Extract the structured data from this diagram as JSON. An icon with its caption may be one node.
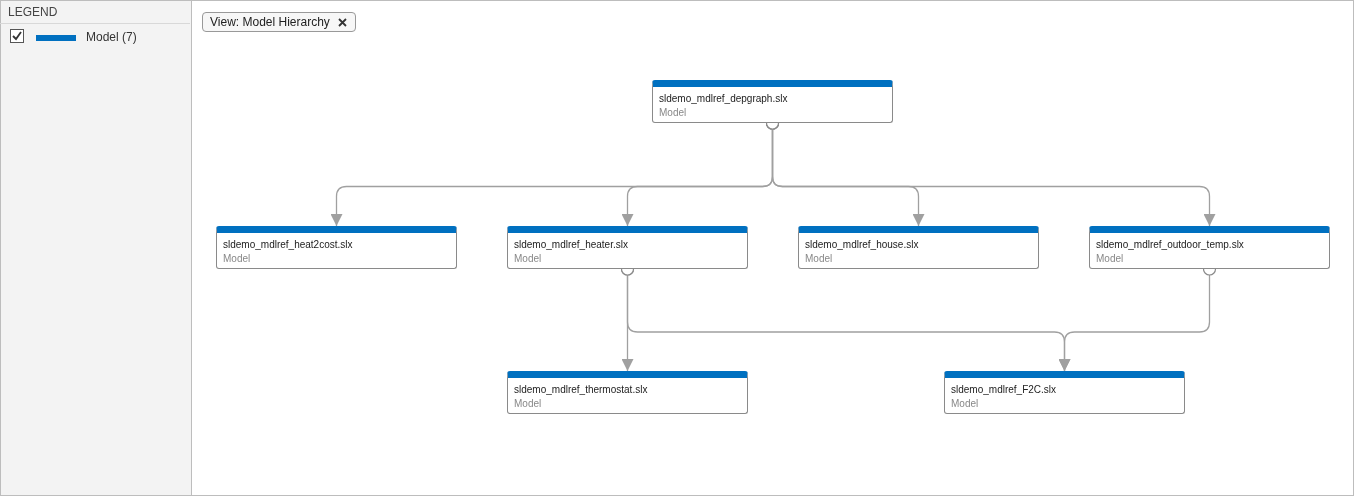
{
  "diagram": {
    "nodes": [
      {
        "text": [
          "sldemo_mdlref_depgraph.slx",
          "Model"
        ]
      },
      {
        "text": [
          "sldemo_mdlref_heat2cost.slx",
          "Model"
        ]
      },
      {
        "text": [
          "sldemo_mdlref_heater.slx",
          "Model"
        ]
      },
      {
        "text": [
          "sldemo_mdlref_house.slx",
          "Model"
        ]
      },
      {
        "text": [
          "sldemo_mdlref_outdoor_temp.slx",
          "Model"
        ]
      },
      {
        "text": [
          "sldemo_mdlref_thermostat.slx",
          "Model"
        ]
      },
      {
        "text": [
          "sldemo_mdlref_F2C.slx",
          "Model"
        ]
      }
    ],
    "edges": [
      {
        "from": 0,
        "to": 1,
        "arrow": "to"
      },
      {
        "from": 0,
        "to": 2,
        "arrow": "to"
      },
      {
        "from": 0,
        "to": 3,
        "arrow": "to"
      },
      {
        "from": 0,
        "to": 4,
        "arrow": "to"
      },
      {
        "from": 2,
        "to": 5,
        "arrow": "to"
      },
      {
        "from": 2,
        "to": 6,
        "arrow": "to"
      },
      {
        "from": 4,
        "to": 6,
        "arrow": "to"
      }
    ],
    "labels": [
      "LEGEND",
      "View: Model Hierarchy"
    ],
    "legend": [
      {
        "text": "Model (7)",
        "color": "#0070c0"
      }
    ]
  }
}
